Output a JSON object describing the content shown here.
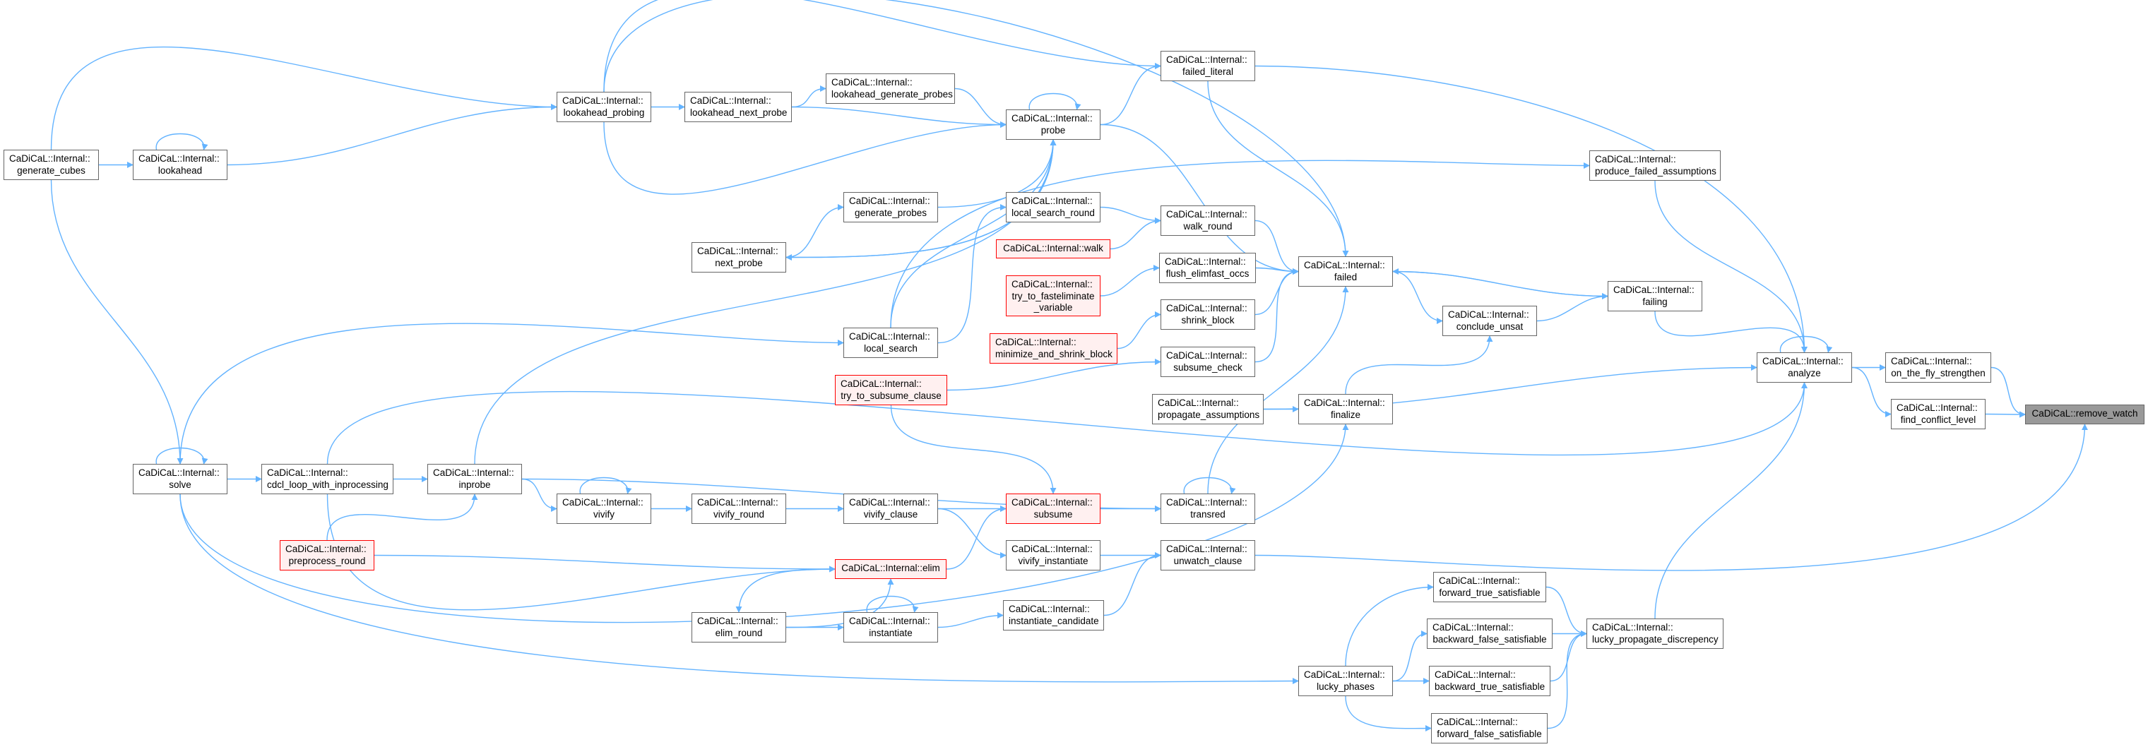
{
  "colors": {
    "edge": "#63b3ff",
    "node_border": "#666666",
    "undocumented_border": "#ff0000",
    "undocumented_fill": "#fff0f0",
    "root_fill": "#999999"
  },
  "nodes": [
    {
      "id": "generate_cubes",
      "lines": [
        "CaDiCaL::Internal::",
        "generate_cubes"
      ]
    },
    {
      "id": "lookahead",
      "lines": [
        "CaDiCaL::Internal::",
        "lookahead"
      ]
    },
    {
      "id": "lookahead_probing",
      "lines": [
        "CaDiCaL::Internal::",
        "lookahead_probing"
      ]
    },
    {
      "id": "lookahead_next_probe",
      "lines": [
        "CaDiCaL::Internal::",
        "lookahead_next_probe"
      ]
    },
    {
      "id": "lookahead_generate_probes",
      "lines": [
        "CaDiCaL::Internal::",
        "lookahead_generate_probes"
      ]
    },
    {
      "id": "probe",
      "lines": [
        "CaDiCaL::Internal::",
        "probe"
      ]
    },
    {
      "id": "failed_literal",
      "lines": [
        "CaDiCaL::Internal::",
        "failed_literal"
      ]
    },
    {
      "id": "next_probe",
      "lines": [
        "CaDiCaL::Internal::",
        "next_probe"
      ]
    },
    {
      "id": "generate_probes",
      "lines": [
        "CaDiCaL::Internal::",
        "generate_probes"
      ]
    },
    {
      "id": "local_search_round",
      "lines": [
        "CaDiCaL::Internal::",
        "local_search_round"
      ]
    },
    {
      "id": "walk_round",
      "lines": [
        "CaDiCaL::Internal::",
        "walk_round"
      ]
    },
    {
      "id": "walk",
      "lines": [
        "CaDiCaL::Internal::walk"
      ],
      "style": "red"
    },
    {
      "id": "flush_elimfast_occs",
      "lines": [
        "CaDiCaL::Internal::",
        "flush_elimfast_occs"
      ]
    },
    {
      "id": "failed",
      "lines": [
        "CaDiCaL::Internal::",
        "failed"
      ]
    },
    {
      "id": "try_to_fasteliminate_variable",
      "lines": [
        "CaDiCaL::Internal::",
        "try_to_fasteliminate",
        "_variable"
      ],
      "style": "red"
    },
    {
      "id": "shrink_block",
      "lines": [
        "CaDiCaL::Internal::",
        "shrink_block"
      ]
    },
    {
      "id": "minimize_and_shrink_block",
      "lines": [
        "CaDiCaL::Internal::",
        "minimize_and_shrink_block"
      ],
      "style": "red"
    },
    {
      "id": "local_search",
      "lines": [
        "CaDiCaL::Internal::",
        "local_search"
      ]
    },
    {
      "id": "subsume_check",
      "lines": [
        "CaDiCaL::Internal::",
        "subsume_check"
      ]
    },
    {
      "id": "conclude_unsat",
      "lines": [
        "CaDiCaL::Internal::",
        "conclude_unsat"
      ]
    },
    {
      "id": "produce_failed_assumptions",
      "lines": [
        "CaDiCaL::Internal::",
        "produce_failed_assumptions"
      ]
    },
    {
      "id": "failing",
      "lines": [
        "CaDiCaL::Internal::",
        "failing"
      ]
    },
    {
      "id": "analyze",
      "lines": [
        "CaDiCaL::Internal::",
        "analyze"
      ]
    },
    {
      "id": "on_the_fly_strengthen",
      "lines": [
        "CaDiCaL::Internal::",
        "on_the_fly_strengthen"
      ]
    },
    {
      "id": "find_conflict_level",
      "lines": [
        "CaDiCaL::Internal::",
        "find_conflict_level"
      ]
    },
    {
      "id": "remove_watch",
      "lines": [
        "CaDiCaL::remove_watch"
      ],
      "style": "root"
    },
    {
      "id": "solve",
      "lines": [
        "CaDiCaL::Internal::",
        "solve"
      ]
    },
    {
      "id": "cdcl_loop_with_inprocessing",
      "lines": [
        "CaDiCaL::Internal::",
        "cdcl_loop_with_inprocessing"
      ]
    },
    {
      "id": "inprobe",
      "lines": [
        "CaDiCaL::Internal::",
        "inprobe"
      ]
    },
    {
      "id": "vivify",
      "lines": [
        "CaDiCaL::Internal::",
        "vivify"
      ]
    },
    {
      "id": "vivify_round",
      "lines": [
        "CaDiCaL::Internal::",
        "vivify_round"
      ]
    },
    {
      "id": "preprocess_round",
      "lines": [
        "CaDiCaL::Internal::",
        "preprocess_round"
      ],
      "style": "red"
    },
    {
      "id": "elim_round",
      "lines": [
        "CaDiCaL::Internal::",
        "elim_round"
      ]
    },
    {
      "id": "try_to_subsume_clause",
      "lines": [
        "CaDiCaL::Internal::",
        "try_to_subsume_clause"
      ],
      "style": "red"
    },
    {
      "id": "propagate_assumptions",
      "lines": [
        "CaDiCaL::Internal::",
        "propagate_assumptions"
      ]
    },
    {
      "id": "finalize",
      "lines": [
        "CaDiCaL::Internal::",
        "finalize"
      ]
    },
    {
      "id": "vivify_clause",
      "lines": [
        "CaDiCaL::Internal::",
        "vivify_clause"
      ]
    },
    {
      "id": "subsume",
      "lines": [
        "CaDiCaL::Internal::",
        "subsume"
      ],
      "style": "red"
    },
    {
      "id": "transred",
      "lines": [
        "CaDiCaL::Internal::",
        "transred"
      ]
    },
    {
      "id": "vivify_instantiate",
      "lines": [
        "CaDiCaL::Internal::",
        "vivify_instantiate"
      ]
    },
    {
      "id": "unwatch_clause",
      "lines": [
        "CaDiCaL::Internal::",
        "unwatch_clause"
      ]
    },
    {
      "id": "elim",
      "lines": [
        "CaDiCaL::Internal::elim"
      ],
      "style": "red"
    },
    {
      "id": "instantiate",
      "lines": [
        "CaDiCaL::Internal::",
        "instantiate"
      ]
    },
    {
      "id": "instantiate_candidate",
      "lines": [
        "CaDiCaL::Internal::",
        "instantiate_candidate"
      ]
    },
    {
      "id": "lucky_phases",
      "lines": [
        "CaDiCaL::Internal::",
        "lucky_phases"
      ]
    },
    {
      "id": "forward_true_satisfiable",
      "lines": [
        "CaDiCaL::Internal::",
        "forward_true_satisfiable"
      ]
    },
    {
      "id": "backward_false_satisfiable",
      "lines": [
        "CaDiCaL::Internal::",
        "backward_false_satisfiable"
      ]
    },
    {
      "id": "backward_true_satisfiable",
      "lines": [
        "CaDiCaL::Internal::",
        "backward_true_satisfiable"
      ]
    },
    {
      "id": "forward_false_satisfiable",
      "lines": [
        "CaDiCaL::Internal::",
        "forward_false_satisfiable"
      ]
    },
    {
      "id": "lucky_propagate_discrepency",
      "lines": [
        "CaDiCaL::Internal::",
        "lucky_propagate_discrepency"
      ]
    }
  ],
  "edges": [
    [
      "generate_cubes",
      "lookahead"
    ],
    [
      "generate_cubes",
      "lookahead_probing"
    ],
    [
      "lookahead",
      "lookahead_probing"
    ],
    [
      "lookahead",
      "lookahead"
    ],
    [
      "generate_cubes",
      "solve"
    ],
    [
      "lookahead_probing",
      "lookahead_next_probe"
    ],
    [
      "lookahead_probing",
      "failed_literal"
    ],
    [
      "lookahead_probing",
      "failed"
    ],
    [
      "lookahead_probing",
      "probe"
    ],
    [
      "lookahead_next_probe",
      "lookahead_generate_probes"
    ],
    [
      "lookahead_next_probe",
      "probe"
    ],
    [
      "lookahead_generate_probes",
      "probe"
    ],
    [
      "probe",
      "probe"
    ],
    [
      "probe",
      "failed_literal"
    ],
    [
      "probe",
      "failed"
    ],
    [
      "probe",
      "next_probe"
    ],
    [
      "next_probe",
      "probe"
    ],
    [
      "next_probe",
      "generate_probes"
    ],
    [
      "generate_probes",
      "probe"
    ],
    [
      "local_search",
      "probe"
    ],
    [
      "local_search",
      "local_search_round"
    ],
    [
      "local_search",
      "produce_failed_assumptions"
    ],
    [
      "inprobe",
      "probe"
    ],
    [
      "local_search_round",
      "walk_round"
    ],
    [
      "walk",
      "walk_round"
    ],
    [
      "walk_round",
      "failed"
    ],
    [
      "try_to_fasteliminate_variable",
      "flush_elimfast_occs"
    ],
    [
      "flush_elimfast_occs",
      "failed"
    ],
    [
      "minimize_and_shrink_block",
      "shrink_block"
    ],
    [
      "shrink_block",
      "failed"
    ],
    [
      "subsume_check",
      "failed"
    ],
    [
      "failed_literal",
      "failed"
    ],
    [
      "failed_literal",
      "analyze"
    ],
    [
      "transred",
      "failed"
    ],
    [
      "failed",
      "failing"
    ],
    [
      "failing",
      "failed"
    ],
    [
      "failed",
      "conclude_unsat"
    ],
    [
      "conclude_unsat",
      "failing"
    ],
    [
      "finalize",
      "conclude_unsat"
    ],
    [
      "failing",
      "analyze"
    ],
    [
      "produce_failed_assumptions",
      "analyze"
    ],
    [
      "propagate_assumptions",
      "analyze"
    ],
    [
      "propagate_assumptions",
      "finalize"
    ],
    [
      "cdcl_loop_with_inprocessing",
      "analyze"
    ],
    [
      "analyze",
      "analyze"
    ],
    [
      "analyze",
      "on_the_fly_strengthen"
    ],
    [
      "analyze",
      "find_conflict_level"
    ],
    [
      "on_the_fly_strengthen",
      "remove_watch"
    ],
    [
      "find_conflict_level",
      "remove_watch"
    ],
    [
      "unwatch_clause",
      "remove_watch"
    ],
    [
      "lucky_propagate_discrepency",
      "analyze"
    ],
    [
      "solve",
      "solve"
    ],
    [
      "solve",
      "cdcl_loop_with_inprocessing"
    ],
    [
      "solve",
      "local_search"
    ],
    [
      "solve",
      "finalize"
    ],
    [
      "solve",
      "lucky_phases"
    ],
    [
      "cdcl_loop_with_inprocessing",
      "inprobe"
    ],
    [
      "cdcl_loop_with_inprocessing",
      "elim"
    ],
    [
      "preprocess_round",
      "inprobe"
    ],
    [
      "preprocess_round",
      "elim"
    ],
    [
      "inprobe",
      "vivify"
    ],
    [
      "inprobe",
      "transred"
    ],
    [
      "vivify",
      "vivify"
    ],
    [
      "vivify",
      "vivify_round"
    ],
    [
      "vivify_round",
      "vivify_clause"
    ],
    [
      "vivify_clause",
      "subsume"
    ],
    [
      "vivify_clause",
      "vivify_instantiate"
    ],
    [
      "subsume",
      "transred"
    ],
    [
      "transred",
      "transred"
    ],
    [
      "try_to_subsume_clause",
      "subsume"
    ],
    [
      "try_to_subsume_clause",
      "subsume_check"
    ],
    [
      "elim",
      "subsume"
    ],
    [
      "elim",
      "elim_round"
    ],
    [
      "elim_round",
      "elim"
    ],
    [
      "elim_round",
      "instantiate"
    ],
    [
      "instantiate",
      "instantiate"
    ],
    [
      "instantiate",
      "instantiate_candidate"
    ],
    [
      "instantiate_candidate",
      "unwatch_clause"
    ],
    [
      "vivify_instantiate",
      "unwatch_clause"
    ],
    [
      "lucky_phases",
      "forward_true_satisfiable"
    ],
    [
      "lucky_phases",
      "backward_false_satisfiable"
    ],
    [
      "lucky_phases",
      "backward_true_satisfiable"
    ],
    [
      "lucky_phases",
      "forward_false_satisfiable"
    ],
    [
      "forward_true_satisfiable",
      "lucky_propagate_discrepency"
    ],
    [
      "backward_false_satisfiable",
      "lucky_propagate_discrepency"
    ],
    [
      "backward_true_satisfiable",
      "lucky_propagate_discrepency"
    ],
    [
      "forward_false_satisfiable",
      "lucky_propagate_discrepency"
    ]
  ]
}
